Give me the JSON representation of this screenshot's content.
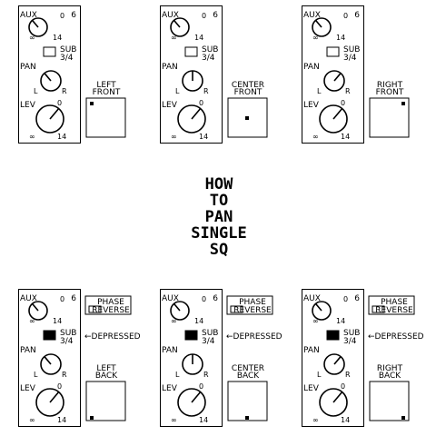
{
  "title_lines": [
    "HOW",
    "TO",
    "PAN",
    "SINGLE",
    "SQ"
  ],
  "labels": {
    "aux": "AUX",
    "aux_num": "6",
    "pan": "PAN",
    "lev": "LEV",
    "sub": "SUB",
    "sub_ch": "3/4",
    "scale_low": "∞",
    "scale_high": "14",
    "knob_zero": "0",
    "pan_left": "L",
    "pan_right": "R",
    "phase_line1": "PHASE",
    "phase_line2": "REVERSE",
    "depressed": "←DEPRESSED"
  },
  "top_strips": [
    {
      "pos_line1": "LEFT",
      "pos_line2": "FRONT",
      "pan_position": "left",
      "dot_corner": "top-left",
      "sub_depressed": false
    },
    {
      "pos_line1": "CENTER",
      "pos_line2": "FRONT",
      "pan_position": "center",
      "dot_corner": "top-center",
      "sub_depressed": false
    },
    {
      "pos_line1": "RIGHT",
      "pos_line2": "FRONT",
      "pan_position": "right",
      "dot_corner": "top-right",
      "sub_depressed": false
    }
  ],
  "bottom_strips": [
    {
      "pos_line1": "LEFT",
      "pos_line2": "BACK",
      "pan_position": "left",
      "dot_corner": "bottom-left",
      "sub_depressed": true
    },
    {
      "pos_line1": "CENTER",
      "pos_line2": "BACK",
      "pan_position": "center",
      "dot_corner": "bottom-center",
      "sub_depressed": true
    },
    {
      "pos_line1": "RIGHT",
      "pos_line2": "BACK",
      "pan_position": "right",
      "dot_corner": "bottom-right",
      "sub_depressed": true
    }
  ]
}
